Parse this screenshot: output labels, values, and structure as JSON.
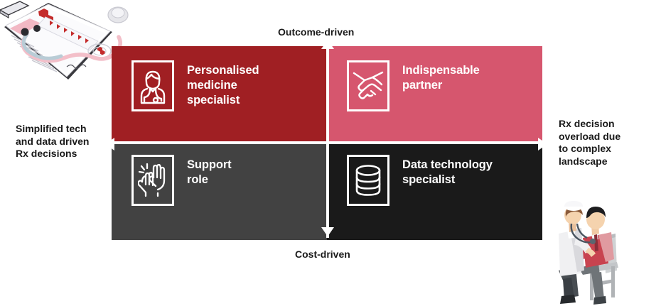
{
  "chart_data": {
    "type": "matrix",
    "title": "",
    "x_axis": {
      "left_label": "Simplified tech\nand data driven\nRx decisions",
      "right_label": "Rx decision\noverload due\nto complex\nlandscape"
    },
    "y_axis": {
      "top_label": "Outcome-driven",
      "bottom_label": "Cost-driven"
    },
    "quadrants": [
      {
        "position": "top-left",
        "label": "Personalised\nmedicine\nspecialist",
        "color": "#A01F23",
        "icon": "doctor-portrait-icon"
      },
      {
        "position": "top-right",
        "label": "Indispensable\npartner",
        "color": "#D6566E",
        "icon": "handshake-icon"
      },
      {
        "position": "bottom-left",
        "label": "Support\nrole",
        "color": "#424242",
        "icon": "helping-hands-icon"
      },
      {
        "position": "bottom-right",
        "label": "Data technology\nspecialist",
        "color": "#1A1A1A",
        "icon": "database-icon"
      }
    ],
    "axis_color": "#FFFFFF",
    "label_color": "#1A1A1A",
    "icon_color": "#FFFFFF"
  },
  "decorations": [
    {
      "name": "clipboard-stethoscope-illustration",
      "position": "top-left"
    },
    {
      "name": "doctor-examining-patient-illustration",
      "position": "bottom-right"
    }
  ]
}
